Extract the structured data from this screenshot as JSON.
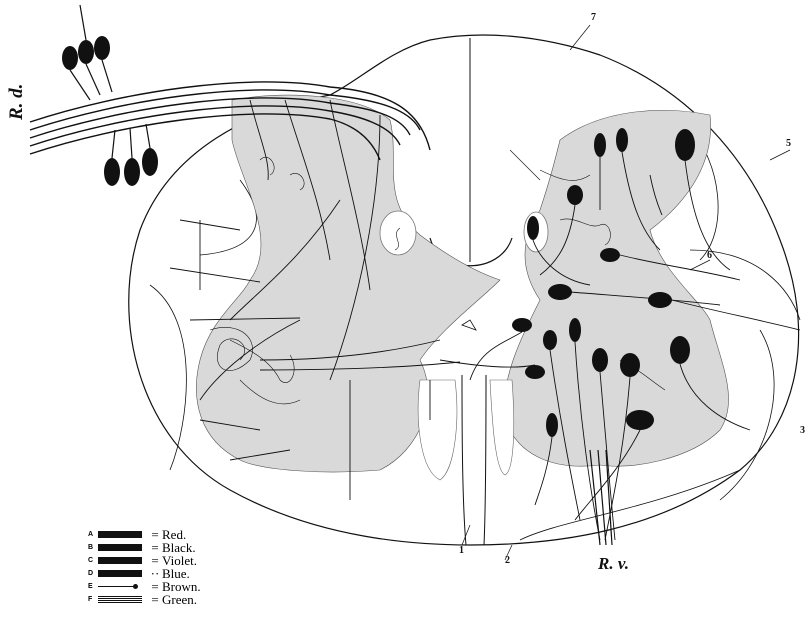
{
  "labels": {
    "root_dorsal": "R. d.",
    "root_ventral": "R. v.",
    "numbers": [
      "7",
      "5",
      "6",
      "3",
      "1",
      "2"
    ]
  },
  "legend": [
    {
      "letter": "A",
      "eq": "=",
      "color": "Red."
    },
    {
      "letter": "B",
      "eq": "=",
      "color": "Black."
    },
    {
      "letter": "C",
      "eq": "=",
      "color": "Violet."
    },
    {
      "letter": "D",
      "eq": "··",
      "color": "Blue."
    },
    {
      "letter": "E",
      "eq": "=",
      "color": "Brown."
    },
    {
      "letter": "F",
      "eq": "=",
      "color": "Green."
    }
  ],
  "colors": {
    "ink": "#111111",
    "gray_matter": "#d9d9d9",
    "background": "#ffffff"
  }
}
